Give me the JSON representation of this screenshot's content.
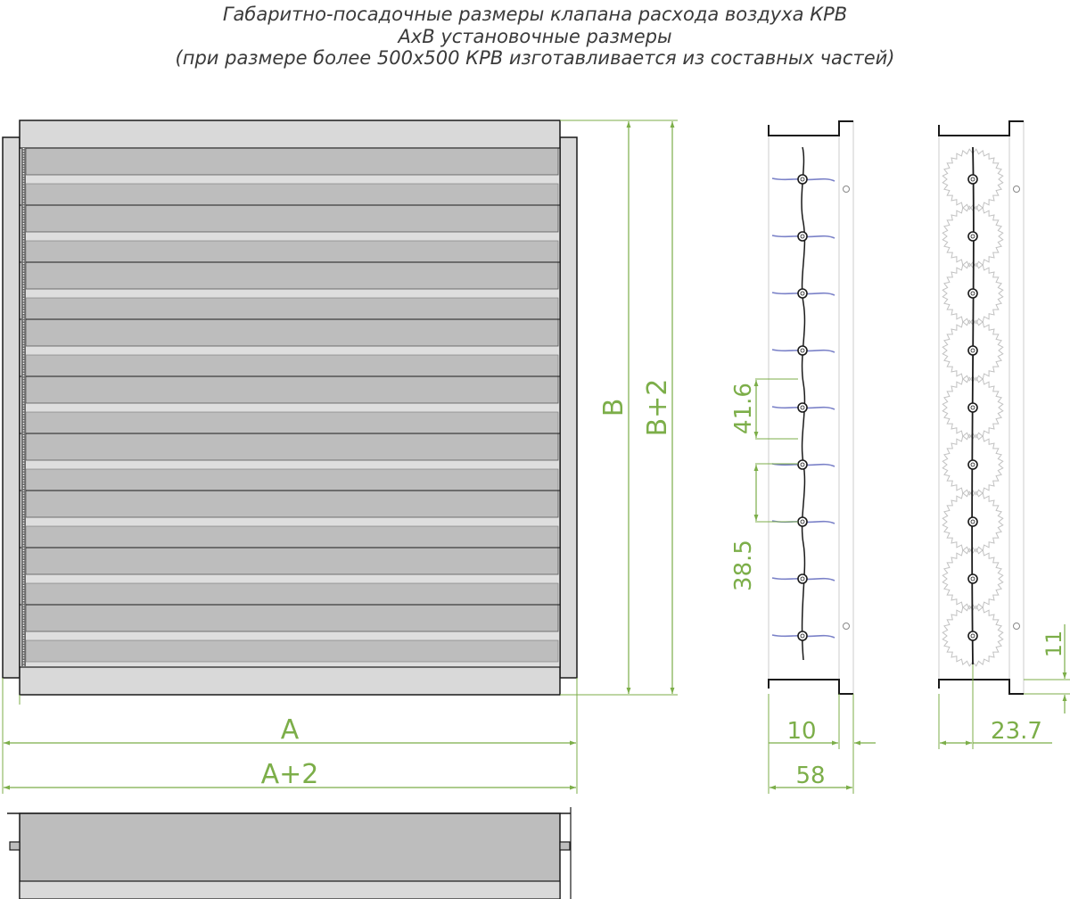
{
  "title": {
    "line1": "Габаритно-посадочные размеры клапана расхода воздуха КРВ",
    "line2": "АхВ установочные размеры",
    "line3": "(при размере более 500х500 КРВ изготавливается из составных частей)"
  },
  "dimensions": {
    "width": "A",
    "width_total": "A+2",
    "height": "B",
    "height_total": "B+2",
    "blade_pitch": "41.6",
    "blade_pitch_2": "38.5",
    "frame_flange": "10",
    "frame_depth": "58",
    "gear_offset": "23.7",
    "edge_offset": "11"
  },
  "colors": {
    "dimension": "#7cae49",
    "blade": "#bdbdbd",
    "blade_gap": "#dedede",
    "frame": "#d9d9d9",
    "outline": "#1a1a1a",
    "axis": "#7b82c8",
    "gear": "#c2c2c2"
  }
}
